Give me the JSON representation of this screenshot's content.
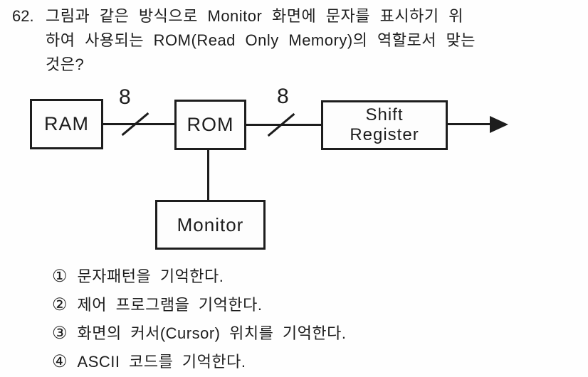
{
  "question": {
    "number": "62.",
    "lines": [
      "그림과 같은 방식으로 Monitor 화면에 문자를 표시하기 위",
      "하여 사용되는 ROM(Read Only Memory)의 역할로서 맞는",
      "것은?"
    ]
  },
  "diagram": {
    "boxes": {
      "ram": "RAM",
      "rom": "ROM",
      "shift_register_line1": "Shift",
      "shift_register_line2": "Register",
      "monitor": "Monitor"
    },
    "bus_labels": [
      "8",
      "8"
    ]
  },
  "options": [
    {
      "marker": "①",
      "text": "문자패턴을 기억한다."
    },
    {
      "marker": "②",
      "text": "제어 프로그램을 기억한다."
    },
    {
      "marker": "③",
      "text": "화면의 커서(Cursor) 위치를 기억한다."
    },
    {
      "marker": "④",
      "text": "ASCII 코드를 기억한다."
    }
  ],
  "colors": {
    "ink": "#1d1d1d",
    "background": "#fefefe"
  }
}
